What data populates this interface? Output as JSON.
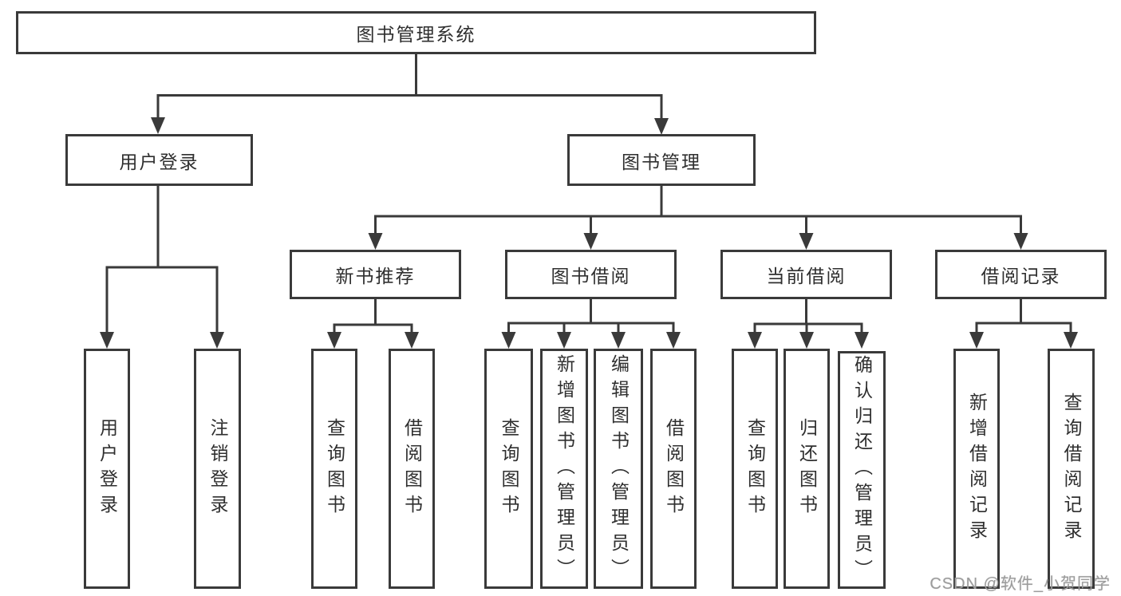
{
  "diagram": {
    "title": "图书管理系统",
    "root": {
      "label": "图书管理系统",
      "children": [
        {
          "label": "用户登录",
          "children": [
            {
              "label": "用户登录"
            },
            {
              "label": "注销登录"
            }
          ]
        },
        {
          "label": "图书管理",
          "children": [
            {
              "label": "新书推荐",
              "children": [
                {
                  "label": "查询图书"
                },
                {
                  "label": "借阅图书"
                }
              ]
            },
            {
              "label": "图书借阅",
              "children": [
                {
                  "label": "查询图书"
                },
                {
                  "label": "新增图书（管理员）"
                },
                {
                  "label": "编辑图书（管理员）"
                },
                {
                  "label": "借阅图书"
                }
              ]
            },
            {
              "label": "当前借阅",
              "children": [
                {
                  "label": "查询图书"
                },
                {
                  "label": "归还图书"
                },
                {
                  "label": "确认归还（管理员）"
                }
              ]
            },
            {
              "label": "借阅记录",
              "children": [
                {
                  "label": "新增借阅记录"
                },
                {
                  "label": "查询借阅记录"
                }
              ]
            }
          ]
        }
      ]
    },
    "colors": {
      "line": "#3a3a3a",
      "text": "#2f2f2f",
      "watermark": "#9c9c9c",
      "background": "#ffffff"
    }
  },
  "watermark": {
    "text": "CSDN @软件_小贺同学"
  }
}
